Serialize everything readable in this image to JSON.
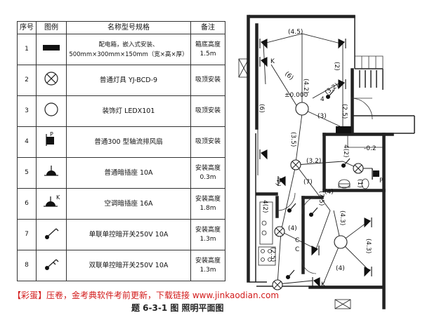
{
  "legend": {
    "headers": [
      "序号",
      "图例",
      "名称型号规格",
      "备注"
    ],
    "rows": [
      {
        "no": "1",
        "symbol": "distribution-box-symbol",
        "name": "配电箱，嵌入式安装、500mm×300mm×150mm（宽×高×厚）",
        "note": "箱底高度1.5m"
      },
      {
        "no": "2",
        "symbol": "ordinary-lamp-symbol",
        "name": "普通灯具 YJ-BCD-9",
        "note": "吸顶安装"
      },
      {
        "no": "3",
        "symbol": "decorative-lamp-symbol",
        "name": "装饰灯 LEDX101",
        "note": "吸顶安装"
      },
      {
        "no": "4",
        "symbol": "exhaust-fan-symbol",
        "name": "普通300 型轴流排风扇",
        "note": "吸顶安装"
      },
      {
        "no": "5",
        "symbol": "concealed-socket-symbol",
        "name": "普通暗插座 10A",
        "note": "安装高度0.3m"
      },
      {
        "no": "6",
        "symbol": "ac-socket-symbol",
        "name": "空调暗插座 16A",
        "note": "安装高度1.8m"
      },
      {
        "no": "7",
        "symbol": "single-switch-symbol",
        "name": "单联单控暗开关250V 10A",
        "note": "安装高度1.3m"
      },
      {
        "no": "8",
        "symbol": "double-switch-symbol",
        "name": "双联单控暗开关250V 10A",
        "note": "安装高度1.3m"
      }
    ],
    "symbol_letters": {
      "fan": "P",
      "ac": "K"
    }
  },
  "plan": {
    "labels": {
      "d45": "(4.5)",
      "d6a": "(6)",
      "d42a": "(4.2)",
      "d2": "(2)",
      "d6b": "(6)",
      "elev": "±0.000",
      "d32a": "(3.2)",
      "d3a": "(3)",
      "d4a": "4",
      "d25a": "(2.5)",
      "d35": "(3.5)",
      "d42b": "4(2)",
      "elev2": "-0.2",
      "d32b": "(3.2)",
      "d4b": "(4)",
      "d7": "(7)",
      "d1": "(1)",
      "d4c": "(4)",
      "d75": "(7.5)",
      "d43a": "(4.3)",
      "d42c": "4(2)",
      "d4d": "(4)",
      "d43b": "(4.3)",
      "d25b": "(2.5)",
      "d4e": "(4)",
      "cc1": "C",
      "cc2": "C",
      "k1": "K",
      "k2": "K",
      "p1": "P"
    }
  },
  "footer_note": "【彩蛋】压卷，金考典软件考前更新，下载链接 www.jinkaodian.com",
  "caption": "题 6-3-1 图 照明平面图"
}
